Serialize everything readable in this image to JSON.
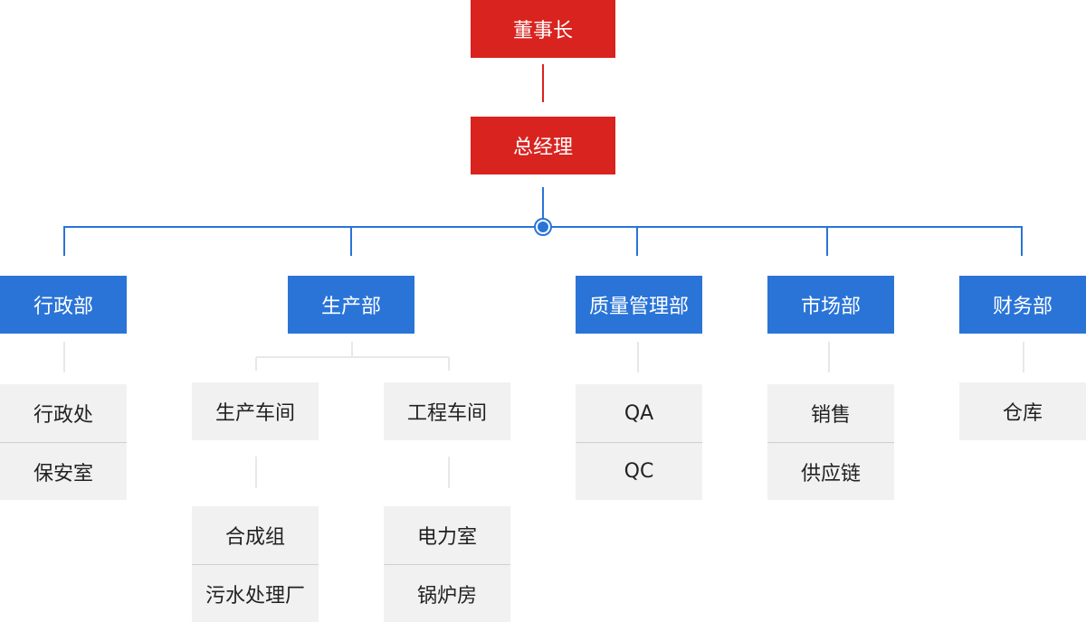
{
  "top": {
    "chairman": "董事长",
    "general_manager": "总经理"
  },
  "departments": [
    {
      "name": "行政部",
      "units": [
        "行政处",
        "保安室"
      ]
    },
    {
      "name": "生产部",
      "workshops": [
        {
          "name": "生产车间",
          "units": [
            "合成组",
            "污水处理厂"
          ]
        },
        {
          "name": "工程车间",
          "units": [
            "电力室",
            "锅炉房"
          ]
        }
      ]
    },
    {
      "name": "质量管理部",
      "units": [
        "QA",
        "QC"
      ]
    },
    {
      "name": "市场部",
      "units": [
        "销售",
        "供应链"
      ]
    },
    {
      "name": "财务部",
      "units": [
        "仓库"
      ]
    }
  ],
  "colors": {
    "executive": "#d9231f",
    "department": "#2a74d8",
    "unit": "#f1f1f1",
    "connector": "#2a74d8"
  }
}
